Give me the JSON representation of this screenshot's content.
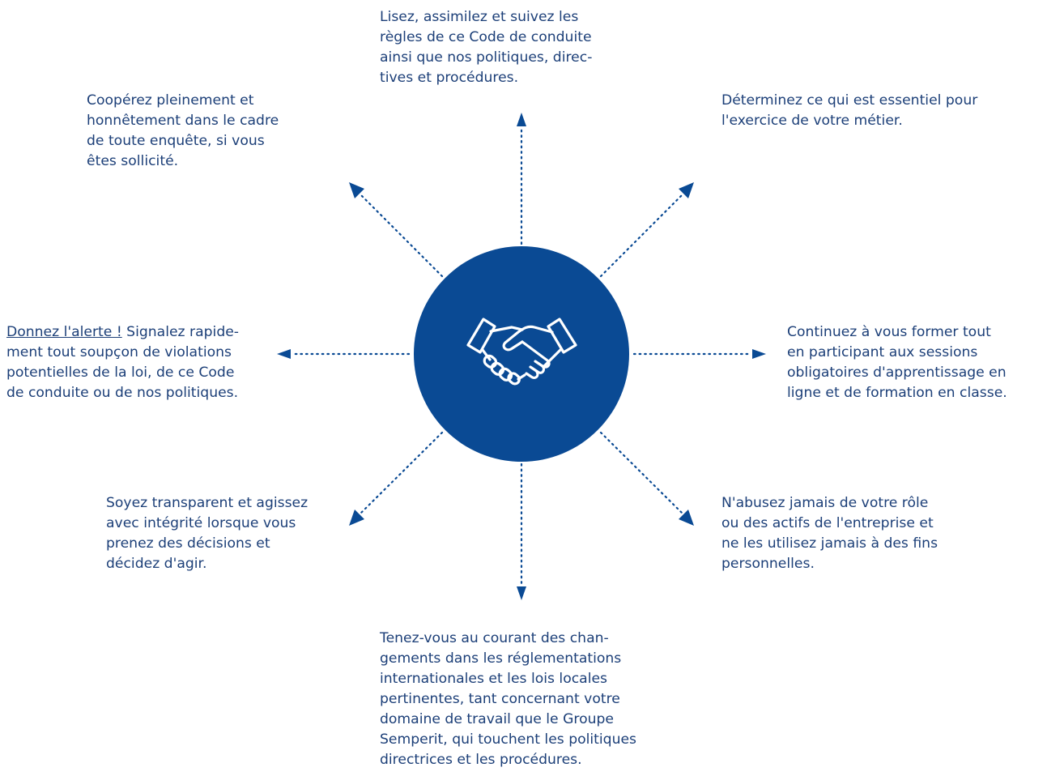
{
  "colors": {
    "primary": "#0a4a94",
    "text": "#1c3f78",
    "icon_stroke": "#ffffff"
  },
  "center": {
    "icon": "handshake-icon"
  },
  "callouts": {
    "top": {
      "lines": [
        "Lisez, assimilez et suivez les",
        "règles de ce Code de conduite",
        "ainsi que nos politiques, direc-",
        "tives et procédures."
      ]
    },
    "top_left": {
      "lines": [
        "Coopérez pleinement et",
        "honnêtement dans le cadre",
        "de toute enquête, si vous",
        "êtes sollicité."
      ]
    },
    "top_right": {
      "lines": [
        "Déterminez ce qui est essentiel pour",
        "l'exercice de votre métier."
      ]
    },
    "left": {
      "link_text": "Donnez l'alerte !",
      "first_line_rest": " Signalez rapide-",
      "lines": [
        "ment tout soupçon de violations",
        "potentielles de la loi, de ce Code",
        "de conduite ou de nos politiques."
      ]
    },
    "right": {
      "lines": [
        "Continuez à vous former tout",
        "en participant aux sessions",
        "obligatoires d'apprentissage en",
        "ligne et de formation en classe."
      ]
    },
    "bottom_left": {
      "lines": [
        "Soyez transparent et agissez",
        "avec intégrité lorsque vous",
        "prenez des décisions et",
        "décidez d'agir."
      ]
    },
    "bottom_right": {
      "lines": [
        "N'abusez jamais de votre rôle",
        "ou des actifs de l'entreprise et",
        "ne les utilisez jamais à des fins",
        "personnelles."
      ]
    },
    "bottom": {
      "lines": [
        "Tenez-vous au courant des chan-",
        "gements dans les réglementations",
        "internationales et les lois locales",
        "pertinentes, tant concernant votre",
        "domaine de travail que le Groupe",
        "Semperit, qui touchent les politiques",
        "directrices et les procédures."
      ]
    }
  }
}
